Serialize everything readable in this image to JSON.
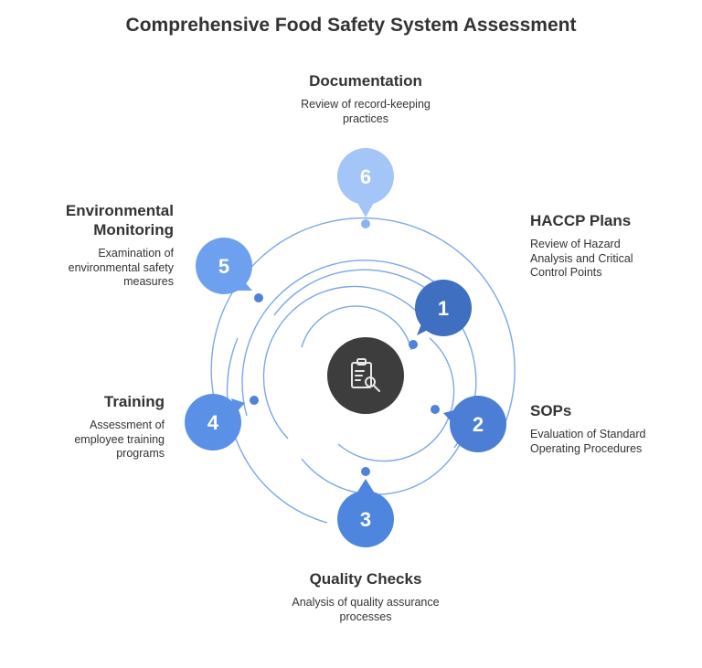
{
  "title": "Comprehensive Food Safety System Assessment",
  "center_icon": "clipboard-search-icon",
  "steps": [
    {
      "number": "1",
      "heading": "HACCP Plans",
      "description": "Review of Hazard Analysis and Critical Control Points",
      "color": "#3f6fc0"
    },
    {
      "number": "2",
      "heading": "SOPs",
      "description": "Evaluation of Standard Operating Procedures",
      "color": "#4b7ed4"
    },
    {
      "number": "3",
      "heading": "Quality Checks",
      "description": "Analysis of quality assurance processes",
      "color": "#4e86df"
    },
    {
      "number": "4",
      "heading": "Training",
      "description": "Assessment of employee training programs",
      "color": "#5a90e6"
    },
    {
      "number": "5",
      "heading": "Environmental Monitoring",
      "description": "Examination of environmental safety measures",
      "color": "#6da0ef"
    },
    {
      "number": "6",
      "heading": "Documentation",
      "description": "Review of record-keeping practices",
      "color": "#a3c5f7"
    }
  ],
  "colors": {
    "ring": "#7ba7e8",
    "hub": "#3d3d3d",
    "text": "#333333"
  }
}
